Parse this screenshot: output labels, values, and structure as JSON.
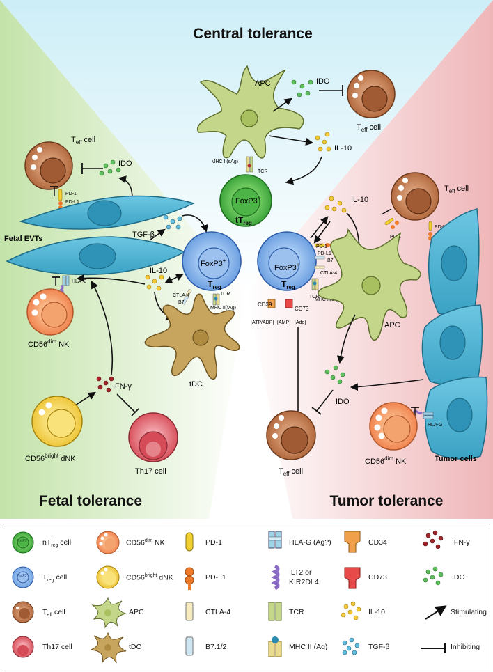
{
  "regions": {
    "central": "Central tolerance",
    "fetal": "Fetal tolerance",
    "tumor": "Tumor tolerance"
  },
  "colors": {
    "bg_top": "#cdeef7",
    "bg_left": "#cfe8b5",
    "bg_right": "#f2c0c0",
    "foxp3_green": "#5ec15a",
    "treg_blue": "#8ab6ea",
    "teff_brown": "#c27a4e",
    "nk_orange": "#f59a62",
    "dnk_yellow": "#f6d85a",
    "th17_pink": "#e46f7b",
    "apc_green": "#c3d68a",
    "tdc_olive": "#c7a55e",
    "evt_blue": "#4bb3d1"
  },
  "cells": {
    "apc_top": "APC",
    "ido_top": "IDO",
    "teff_top": "T",
    "teff_top_sub": "eff",
    "teff_top_tail": " cell",
    "il10_top": "IL-10",
    "mhc_sag": "MHC II(sAg)",
    "tcr_top": "TCR",
    "ttreg_fox": "FoxP3",
    "ttreg_fox_sup": "+",
    "ttreg_label": "tT",
    "ttreg_label_sub": "reg",
    "teff_left": "T",
    "teff_left_sub": "eff",
    "teff_left_tail": " cell",
    "ido_left": "IDO",
    "pd1_left": "PD-1",
    "pdl1_left": "PD-L1",
    "tgfb": "TGF-β",
    "fetal_evts": "Fetal EVTs",
    "hlag_left": "HLA-G",
    "il10_left": "IL-10",
    "nk_left": "CD56",
    "nk_left_sup": "dim",
    "nk_left_tail": " NK",
    "treg_left_fox": "FoxP3",
    "treg_left_sup": "+",
    "treg_left_label": "T",
    "treg_left_sub": "reg",
    "ctla4_left": "CTLA-4",
    "b7_left": "B7",
    "mhc_fag_left": "MHC II(fAg)",
    "tcr_left": "TCR",
    "tdc": "tDC",
    "ifng": "IFN-γ",
    "dnk": "CD56",
    "dnk_sup": "bright",
    "dnk_tail": " dNK",
    "th17": "Th17 cell",
    "treg_right_fox": "FoxP3",
    "treg_right_sup": "+",
    "treg_right_label": "T",
    "treg_right_sub": "reg",
    "pd1_mid": "PD-1",
    "pdl1_mid": "PD-L1",
    "b7_mid": "B7",
    "ctla4_mid": "CTLA-4",
    "tcr_mid": "TCR",
    "mhc_tag": "MHC II(tAg)",
    "cd39": "CD39",
    "cd73": "CD73",
    "atp": "[ATP/ADP]",
    "amp": "[AMP]",
    "ado": "[Ado]",
    "il10_right": "IL-10",
    "teff_right": "T",
    "teff_right_sub": "eff",
    "teff_right_tail": " cell",
    "pd1_right": "PD-1",
    "pdl1_right": "PD-L1",
    "apc_right": "APC",
    "ido_right": "IDO",
    "teff_bottom": "T",
    "teff_bottom_sub": "eff",
    "teff_bottom_tail": " cell",
    "hlag_right": "HLA-G",
    "nk_right": "CD56",
    "nk_right_sup": "dim",
    "nk_right_tail": " NK",
    "tumor_cells": "Tumor cells"
  },
  "legend": [
    {
      "id": "ntreg",
      "label": "nT",
      "sub": "reg",
      "tail": " cell"
    },
    {
      "id": "treg",
      "label": "T",
      "sub": "reg",
      "tail": " cell"
    },
    {
      "id": "teff",
      "label": "T",
      "sub": "eff",
      "tail": " cell"
    },
    {
      "id": "th17",
      "label": "Th17 cell"
    },
    {
      "id": "nkdim",
      "label": "CD56",
      "sup": "dim",
      "tail": " NK"
    },
    {
      "id": "dnk",
      "label": "CD56",
      "sup": "bright",
      "tail": " dNK"
    },
    {
      "id": "apc",
      "label": "APC"
    },
    {
      "id": "tdc",
      "label": "tDC"
    },
    {
      "id": "pd1",
      "label": "PD-1"
    },
    {
      "id": "pdl1",
      "label": "PD-L1"
    },
    {
      "id": "ctla4",
      "label": "CTLA-4"
    },
    {
      "id": "b7",
      "label": "B7.1/2"
    },
    {
      "id": "hlag",
      "label": "HLA-G (Ag?)"
    },
    {
      "id": "ilt2",
      "label": "ILT2 or",
      "label2": "KIR2DL4"
    },
    {
      "id": "tcr",
      "label": "TCR"
    },
    {
      "id": "mhc",
      "label": "MHC II (Ag)"
    },
    {
      "id": "cd34",
      "label": "CD34"
    },
    {
      "id": "cd73",
      "label": "CD73"
    },
    {
      "id": "il10",
      "label": "IL-10"
    },
    {
      "id": "tgfb",
      "label": "TGF-β"
    },
    {
      "id": "ifng",
      "label": "IFN-γ"
    },
    {
      "id": "ido",
      "label": "IDO"
    },
    {
      "id": "stim",
      "label": "Stimulating"
    },
    {
      "id": "inhib",
      "label": "Inhibiting"
    }
  ],
  "legend_mini": {
    "foxp3": "FoxP3",
    "foxp3_t": "FoxP3"
  }
}
